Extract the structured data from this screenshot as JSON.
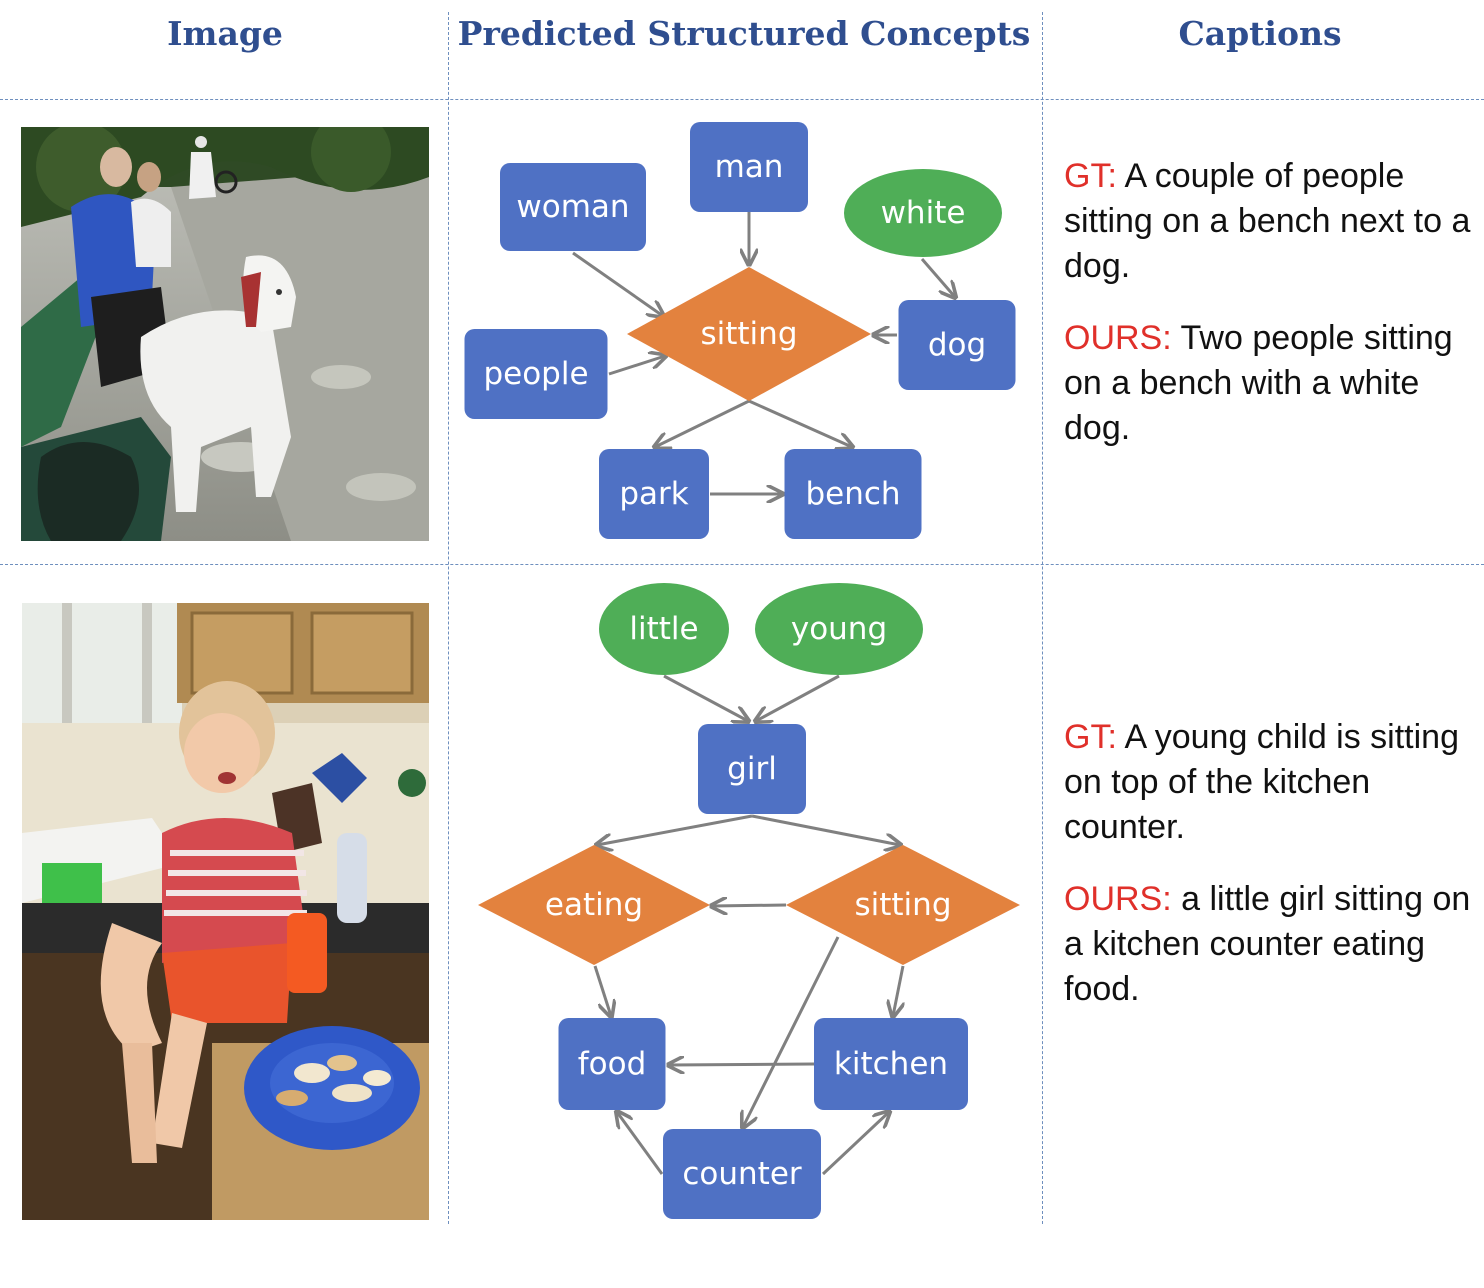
{
  "headers": {
    "image": "Image",
    "concepts": "Predicted Structured Concepts",
    "captions": "Captions"
  },
  "examples": [
    {
      "gt_label": "GT:",
      "gt_text": " A couple of people sitting on a bench next to a dog.",
      "ours_label": "OURS:",
      "ours_text": " Two people sitting on a bench with a white dog.",
      "photo_description_icons": [
        "tree-canopy",
        "park-path",
        "bench",
        "white-dog",
        "people"
      ]
    },
    {
      "gt_label": "GT:",
      "gt_text": " A young child is sitting on top of the kitchen counter.",
      "ours_label": "OURS:",
      "ours_text": " a little girl sitting on a kitchen counter eating food.",
      "photo_description_icons": [
        "kitchen-cabinet",
        "window",
        "sink",
        "girl",
        "plate-of-food"
      ]
    }
  ],
  "colors": {
    "object": "#4f71c4",
    "attribute": "#4fae57",
    "relation": "#e3823e",
    "edge": "#808080",
    "highlight": "#e0302a",
    "header": "#2f4e8f"
  },
  "graph1": {
    "nodes": [
      {
        "id": "man",
        "label": "man",
        "kind": "object"
      },
      {
        "id": "woman",
        "label": "woman",
        "kind": "object"
      },
      {
        "id": "white",
        "label": "white",
        "kind": "attribute"
      },
      {
        "id": "sitting1",
        "label": "sitting",
        "kind": "relation"
      },
      {
        "id": "dog",
        "label": "dog",
        "kind": "object"
      },
      {
        "id": "people",
        "label": "people",
        "kind": "object"
      },
      {
        "id": "park",
        "label": "park",
        "kind": "object"
      },
      {
        "id": "bench",
        "label": "bench",
        "kind": "object"
      }
    ],
    "edges": [
      [
        "man",
        "sitting1"
      ],
      [
        "woman",
        "sitting1"
      ],
      [
        "white",
        "dog"
      ],
      [
        "dog",
        "sitting1"
      ],
      [
        "people",
        "sitting1"
      ],
      [
        "sitting1",
        "park"
      ],
      [
        "sitting1",
        "bench"
      ],
      [
        "park",
        "bench"
      ]
    ]
  },
  "graph2": {
    "nodes": [
      {
        "id": "little",
        "label": "little",
        "kind": "attribute"
      },
      {
        "id": "young",
        "label": "young",
        "kind": "attribute"
      },
      {
        "id": "girl",
        "label": "girl",
        "kind": "object"
      },
      {
        "id": "eating",
        "label": "eating",
        "kind": "relation"
      },
      {
        "id": "sitting2",
        "label": "sitting",
        "kind": "relation"
      },
      {
        "id": "food",
        "label": "food",
        "kind": "object"
      },
      {
        "id": "kitchen",
        "label": "kitchen",
        "kind": "object"
      },
      {
        "id": "counter",
        "label": "counter",
        "kind": "object"
      }
    ],
    "edges": [
      [
        "little",
        "girl"
      ],
      [
        "young",
        "girl"
      ],
      [
        "girl",
        "eating"
      ],
      [
        "girl",
        "sitting2"
      ],
      [
        "sitting2",
        "eating"
      ],
      [
        "eating",
        "food"
      ],
      [
        "sitting2",
        "kitchen"
      ],
      [
        "sitting2",
        "counter"
      ],
      [
        "kitchen",
        "food"
      ],
      [
        "counter",
        "food"
      ],
      [
        "counter",
        "kitchen"
      ]
    ]
  }
}
